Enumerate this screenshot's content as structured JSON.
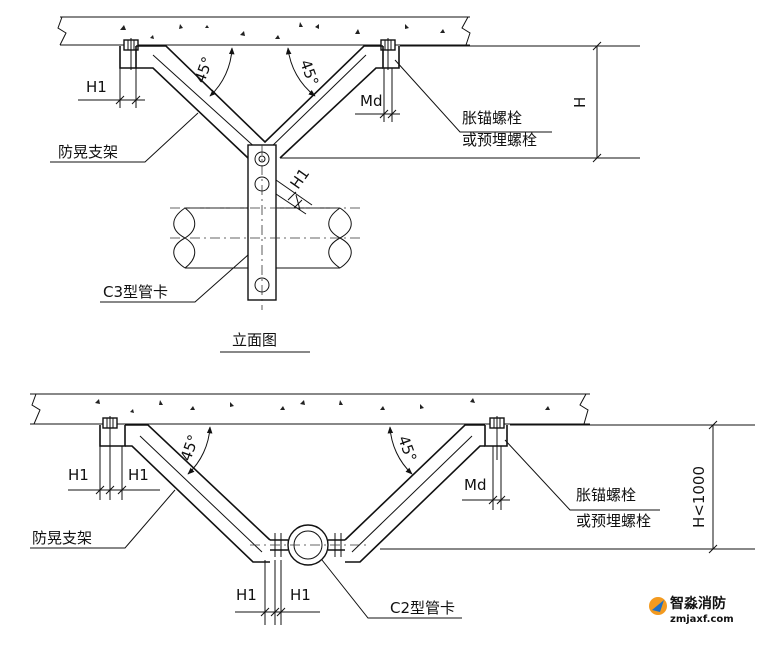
{
  "top_view": {
    "angle_left": "45°",
    "angle_right": "45°",
    "dim_h1_a": "H1",
    "dim_h1_b": "H1",
    "dim_md": "Md",
    "dim_h": "H",
    "label_bolt_line1": "胀锚螺栓",
    "label_bolt_line2": "或预埋螺栓",
    "label_brace": "防晃支架",
    "label_clamp": "C3型管卡",
    "caption": "立面图"
  },
  "bottom_view": {
    "angle_left": "45°",
    "angle_right": "45°",
    "dim_h1_a": "H1",
    "dim_h1_b": "H1",
    "dim_h1_c": "H1",
    "dim_h1_d": "H1",
    "dim_md": "Md",
    "dim_h": "H<1000",
    "label_bolt_line1": "胀锚螺栓",
    "label_bolt_line2": "或预埋螺栓",
    "label_brace": "防晃支架",
    "label_clamp": "C2型管卡"
  },
  "watermark": {
    "name": "智淼消防",
    "url": "zmjaxf.com",
    "colors": {
      "orange": "#f39a1f",
      "blue": "#1f6fc4"
    }
  }
}
